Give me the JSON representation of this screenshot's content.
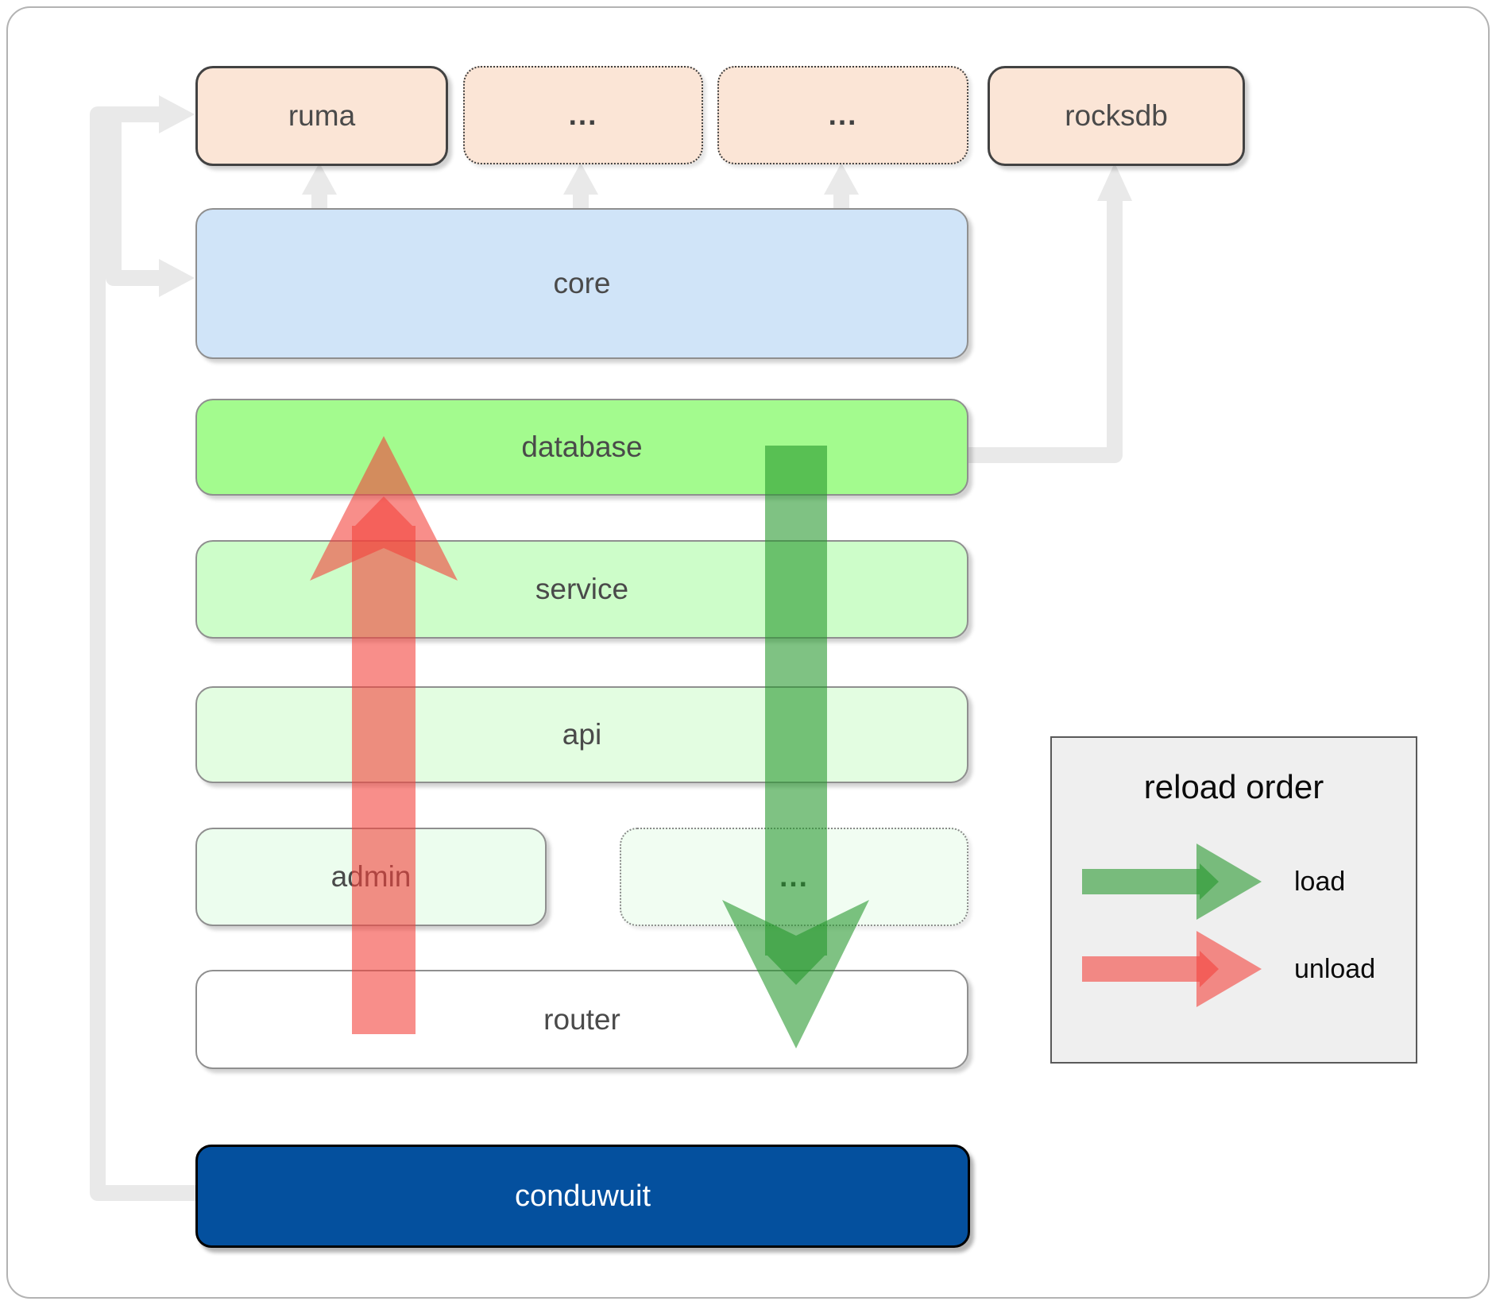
{
  "diagram": {
    "boxes": {
      "ruma": {
        "label": "ruma"
      },
      "dep_a": {
        "label": "..."
      },
      "dep_b": {
        "label": "..."
      },
      "rocksdb": {
        "label": "rocksdb"
      },
      "core": {
        "label": "core"
      },
      "database": {
        "label": "database"
      },
      "service": {
        "label": "service"
      },
      "api": {
        "label": "api"
      },
      "admin": {
        "label": "admin"
      },
      "service_more": {
        "label": "..."
      },
      "router": {
        "label": "router"
      },
      "conduwuit": {
        "label": "conduwuit"
      }
    },
    "legend": {
      "title": "reload order",
      "items": [
        {
          "icon": "load-arrow-icon",
          "label": "load"
        },
        {
          "icon": "unload-arrow-icon",
          "label": "unload"
        }
      ]
    },
    "colors": {
      "dependency_box": "#fbe5d6",
      "core_box": "#d0e4f8",
      "database_box": "#a3fb8e",
      "service_box": "#cdfdc9",
      "api_box": "#e3fde1",
      "admin_box": "#ecfdee",
      "conduwuit_box": "#04509e",
      "connector": "#e9e9e9",
      "load_arrow": "rgba(34,150,42,0.58)",
      "unload_arrow": "rgba(244,67,60,0.60)"
    }
  }
}
